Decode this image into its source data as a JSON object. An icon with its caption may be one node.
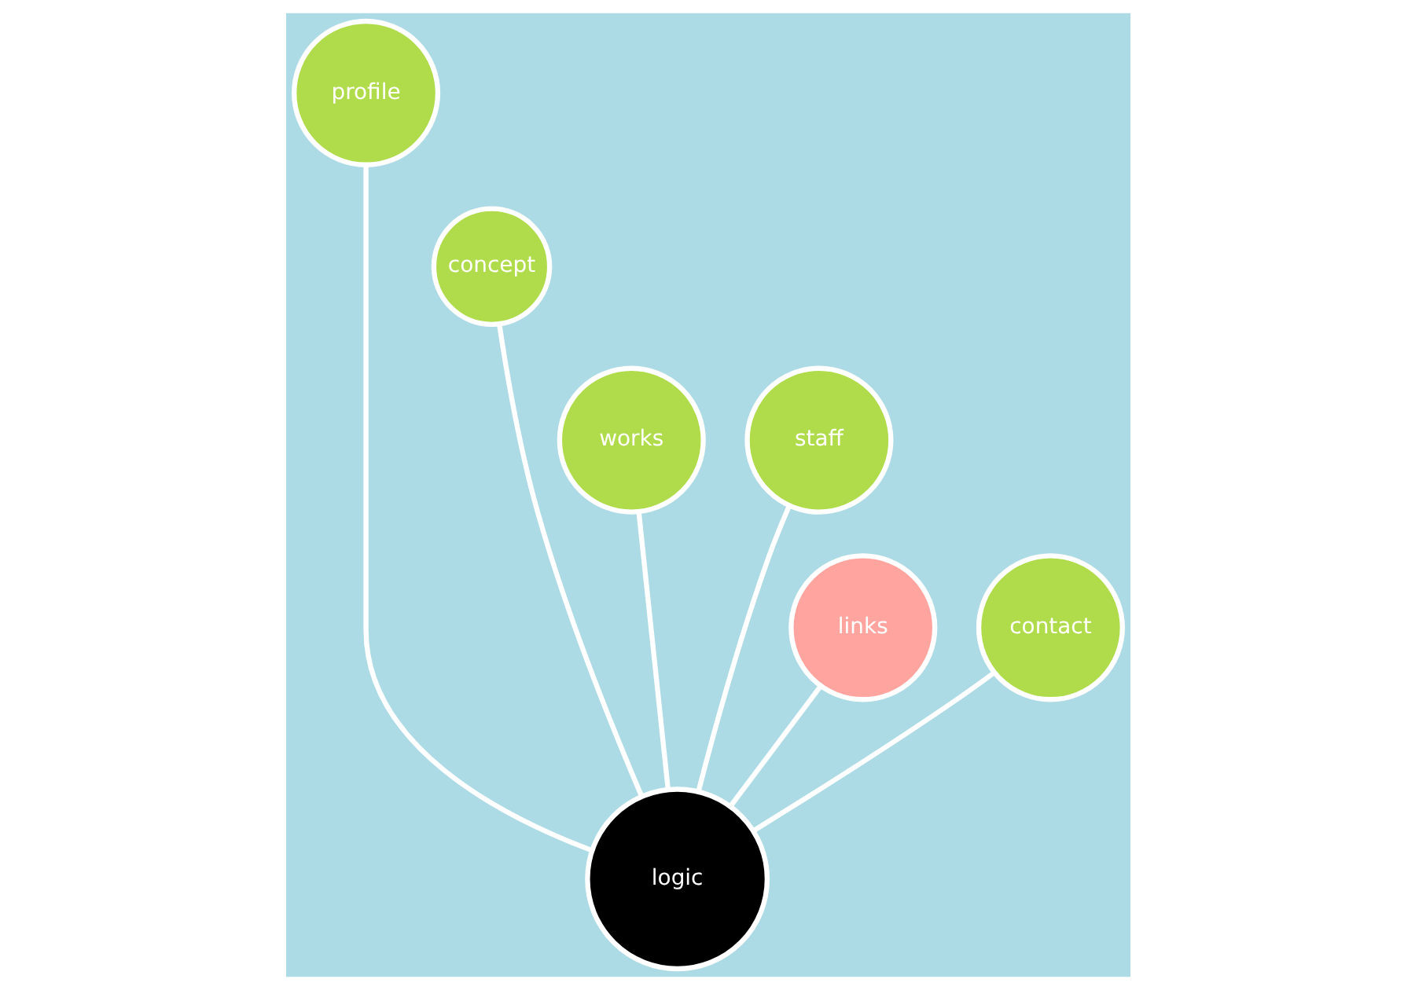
{
  "diagram": {
    "nodes": [
      {
        "text": [
          "profile"
        ]
      },
      {
        "text": [
          "concept"
        ]
      },
      {
        "text": [
          "works"
        ]
      },
      {
        "text": [
          "staff"
        ]
      },
      {
        "text": [
          "links"
        ]
      },
      {
        "text": [
          "contact"
        ]
      },
      {
        "text": [
          "logic"
        ]
      }
    ],
    "edges": [
      {
        "from": 6,
        "to": 0,
        "arrow": "none"
      },
      {
        "from": 6,
        "to": 1,
        "arrow": "none"
      },
      {
        "from": 6,
        "to": 2,
        "arrow": "none"
      },
      {
        "from": 6,
        "to": 3,
        "arrow": "none"
      },
      {
        "from": 6,
        "to": 4,
        "arrow": "none"
      },
      {
        "from": 6,
        "to": 5,
        "arrow": "none"
      }
    ]
  }
}
